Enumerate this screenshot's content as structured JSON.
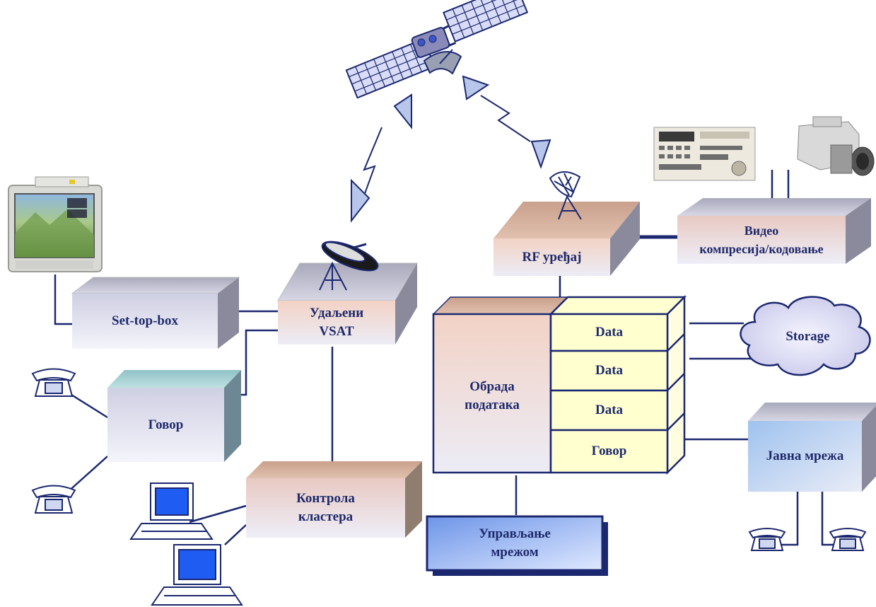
{
  "labels": {
    "set_top_box": "Set-top-box",
    "remote_vsat_line1": "Удаљени",
    "remote_vsat_line2": "VSAT",
    "voice_left": "Говор",
    "cluster_control_line1": "Контрола",
    "cluster_control_line2": "кластера",
    "rf_device": "RF уређај",
    "video_compression_line1": "Видео",
    "video_compression_line2": "компресија/кодовање",
    "data_processing_line1": "Обрада",
    "data_processing_line2": "података",
    "data_1": "Data",
    "data_2": "Data",
    "data_3": "Data",
    "voice_right": "Говор",
    "storage": "Storage",
    "public_network": "Јавна мрежа",
    "network_management_line1": "Управљање",
    "network_management_line2": "мрежом"
  },
  "icons": [
    "satellite-icon",
    "satellite-dish-icon",
    "vsat-dish-icon",
    "television-icon",
    "telephone-icon",
    "computer-icon",
    "video-recorder-icon",
    "video-camera-icon",
    "storage-cloud-icon",
    "signal-arrow-icon"
  ],
  "colors": {
    "text": "#1f2a6b",
    "line": "#1b2870",
    "box_front": "#e6e6f7",
    "box_top": "#bfbfcf",
    "box_side": "#8a8a9c",
    "data_front": "#ffffd0",
    "arrow_fill": "#b7c6ea"
  }
}
